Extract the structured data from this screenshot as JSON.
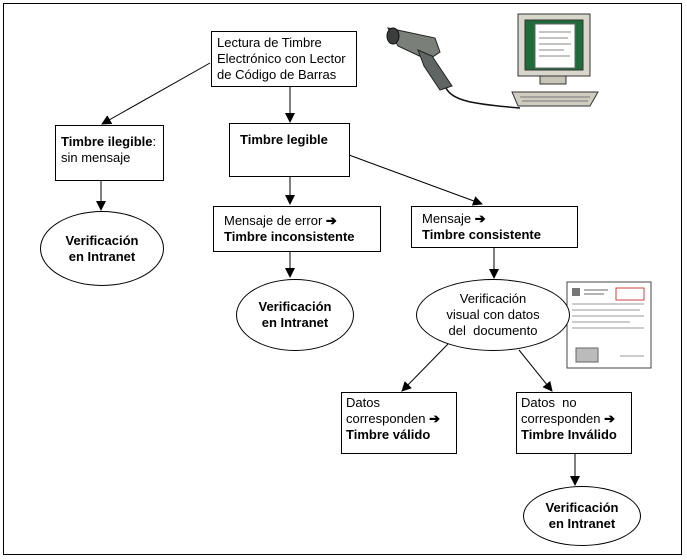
{
  "nodes": {
    "reader": {
      "lines": [
        "Lectura de Timbre",
        "Electrónico con Lector",
        "de Código de Barras"
      ]
    },
    "illegible": {
      "title": "Timbre ilegible",
      "title_suffix": ":",
      "text": "sin mensaje"
    },
    "legible": {
      "title": "Timbre legible"
    },
    "verif_intranet_1": {
      "lines": [
        "Verificación",
        "en Intranet"
      ]
    },
    "error_msg": {
      "line1": "Mensaje de error",
      "line2": "Timbre inconsistente"
    },
    "consistent_msg": {
      "line1": "Mensaje",
      "line2": "Timbre consistente"
    },
    "verif_intranet_2": {
      "lines": [
        "Verificación",
        "en Intranet"
      ]
    },
    "visual_check": {
      "lines": [
        "Verificación",
        "visual con datos",
        "del  documento"
      ]
    },
    "match": {
      "lines": [
        "Datos",
        "corresponden"
      ],
      "result": "Timbre válido"
    },
    "nomatch": {
      "lines": [
        "Datos  no",
        "corresponden"
      ],
      "result": "Timbre Inválido"
    },
    "verif_intranet_3": {
      "lines": [
        "Verificación",
        "en Intranet"
      ]
    }
  },
  "symbols": {
    "arrow": "➔"
  },
  "icons": [
    "barcode-scanner-icon",
    "computer-monitor-icon",
    "document-icon"
  ]
}
